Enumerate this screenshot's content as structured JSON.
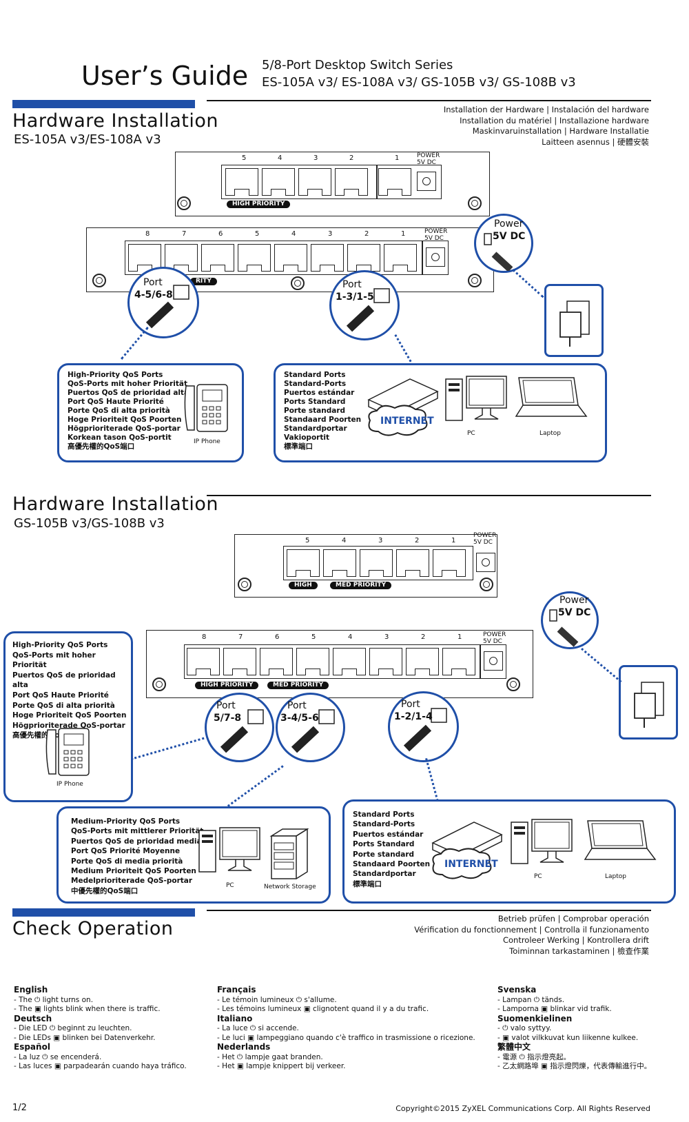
{
  "header": {
    "title": "User’s Guide",
    "series": "5/8-Port Desktop Switch Series",
    "models": "ES-105A v3/ ES-108A v3/ GS-105B v3/ GS-108B v3"
  },
  "section1": {
    "title": "Hardware Installation",
    "subtitle": "ES-105A v3/ES-108A v3",
    "langs": [
      "Installation der Hardware  |  Instalación del hardware",
      "Installation du matériel  |  Installazione hardware",
      "Maskinvaruinstallation  |  Hardware Installatie",
      "Laitteen asennus  |  硬體安裝"
    ],
    "switch5": {
      "ports": [
        "5",
        "4",
        "3",
        "2",
        "1"
      ],
      "power": "POWER",
      "power2": "5V DC",
      "pill": "HIGH PRIORITY"
    },
    "switch8": {
      "ports": [
        "8",
        "7",
        "6",
        "5",
        "4",
        "3",
        "2",
        "1"
      ],
      "power": "POWER",
      "power2": "5V DC",
      "pill": "RITY"
    },
    "bubble_power": [
      "Power",
      "5V DC"
    ],
    "bubble_a": [
      "Port",
      "4-5/6-8"
    ],
    "bubble_b": [
      "Port",
      "1-3/1-5"
    ],
    "high_box": [
      "High-Priority QoS Ports",
      "QoS-Ports mit hoher Priorität",
      "Puertos QoS de prioridad alta",
      "Port QoS Haute Priorité",
      "Porte QoS di alta priorità",
      "Hoge Prioriteit QoS Poorten",
      "Högprioriterade QoS-portar",
      "Korkean tason QoS-portit",
      "高優先權的QoS端口"
    ],
    "ip_phone": "IP Phone",
    "std_box": [
      "Standard Ports",
      "Standard-Ports",
      "Puertos estándar",
      "Ports Standard",
      "Porte standard",
      "Standaard Poorten",
      "Standardportar",
      "Vakioportit",
      "標準端口"
    ],
    "internet": "INTERNET",
    "pc": "PC",
    "laptop": "Laptop"
  },
  "section2": {
    "title": "Hardware Installation",
    "subtitle": "GS-105B v3/GS-108B v3",
    "switch5": {
      "ports": [
        "5",
        "4",
        "3",
        "2",
        "1"
      ],
      "power": "POWER",
      "power2": "5V DC",
      "pill1": "HIGH",
      "pill2": "MED PRIORITY"
    },
    "switch8": {
      "ports": [
        "8",
        "7",
        "6",
        "5",
        "4",
        "3",
        "2",
        "1"
      ],
      "power": "POWER",
      "power2": "5V DC",
      "pill1": "HIGH PRIORITY",
      "pill2": "MED PRIORITY"
    },
    "bubble_power": [
      "Power",
      "5V DC"
    ],
    "bubble_a": [
      "Port",
      "5/7-8"
    ],
    "bubble_b": [
      "Port",
      "3-4/5-6"
    ],
    "bubble_c": [
      "Port",
      "1-2/1-4"
    ],
    "high_box": [
      "High-Priority QoS Ports",
      "QoS-Ports mit hoher Priorität",
      "Puertos QoS de prioridad alta",
      "Port QoS Haute Priorité",
      "Porte QoS di alta priorità",
      "Hoge Prioriteit QoS Poorten",
      "Högprioriterade QoS-portar",
      "高優先權的QoS端口"
    ],
    "ip_phone": "IP Phone",
    "med_box": [
      "Medium-Priority QoS Ports",
      "QoS-Ports mit mittlerer Priorität",
      "Puertos QoS de prioridad media",
      "Port QoS Priorité Moyenne",
      "Porte QoS di media priorità",
      "Medium Prioriteit QoS Poorten",
      "Medelprioriterade QoS-portar",
      "中優先權的QoS端口"
    ],
    "pc": "PC",
    "storage": "Network Storage",
    "std_box": [
      "Standard Ports",
      "Standard-Ports",
      "Puertos estándar",
      "Ports Standard",
      "Porte standard",
      "Standaard Poorten",
      "Standardportar",
      "標準端口"
    ],
    "internet": "INTERNET",
    "pc2": "PC",
    "laptop": "Laptop"
  },
  "section3": {
    "title": "Check Operation",
    "langs": [
      "Betrieb prüfen | Comprobar operación",
      "Vérification du fonctionnement | Controlla il funzionamento",
      "Controleer Werking | Kontrollera drift",
      "Toiminnan tarkastaminen  |  檢查作業"
    ],
    "col1": [
      {
        "h": "English",
        "l": [
          "- The ⏻ light turns on.",
          "- The ▣ lights blink when there is traffic."
        ]
      },
      {
        "h": "Deutsch",
        "l": [
          "- Die LED ⏻ beginnt zu leuchten.",
          "- Die LEDs ▣ blinken bei Datenverkehr."
        ]
      },
      {
        "h": "Español",
        "l": [
          "- La luz  ⏻ se encenderá.",
          "- Las luces  ▣  parpadearán cuando haya tráfico."
        ]
      }
    ],
    "col2": [
      {
        "h": "Français",
        "l": [
          "- Le témoin lumineux ⏻ s'allume.",
          "- Les témoins lumineux ▣ clignotent quand il y a du trafic."
        ]
      },
      {
        "h": "Italiano",
        "l": [
          "- La luce ⏻ si accende.",
          "- Le luci ▣ lampeggiano quando c'è traffico in trasmissione o ricezione."
        ]
      },
      {
        "h": "Nederlands",
        "l": [
          "- Het ⏻ lampje gaat branden.",
          "- Het ▣ lampje knippert bij verkeer."
        ]
      }
    ],
    "col3": [
      {
        "h": "Svenska",
        "l": [
          "- Lampan ⏻ tänds.",
          "- Lamporna ▣ blinkar vid trafik."
        ]
      },
      {
        "h": "Suomenkielinen",
        "l": [
          "- ⏻ valo syttyy.",
          "- ▣ valot vilkkuvat kun liikenne kulkee."
        ]
      },
      {
        "h": "繁體中文",
        "l": [
          "- 電源 ⏻ 指示燈亮起。",
          "- 乙太網路埠 ▣ 指示燈閃爍，代表傳輸進行中。"
        ]
      }
    ]
  },
  "footer": {
    "page": "1/2",
    "copyright": "Copyright©2015 ZyXEL Communications Corp. All Rights Reserved"
  },
  "colors": {
    "accent": "#1f4fa8"
  }
}
